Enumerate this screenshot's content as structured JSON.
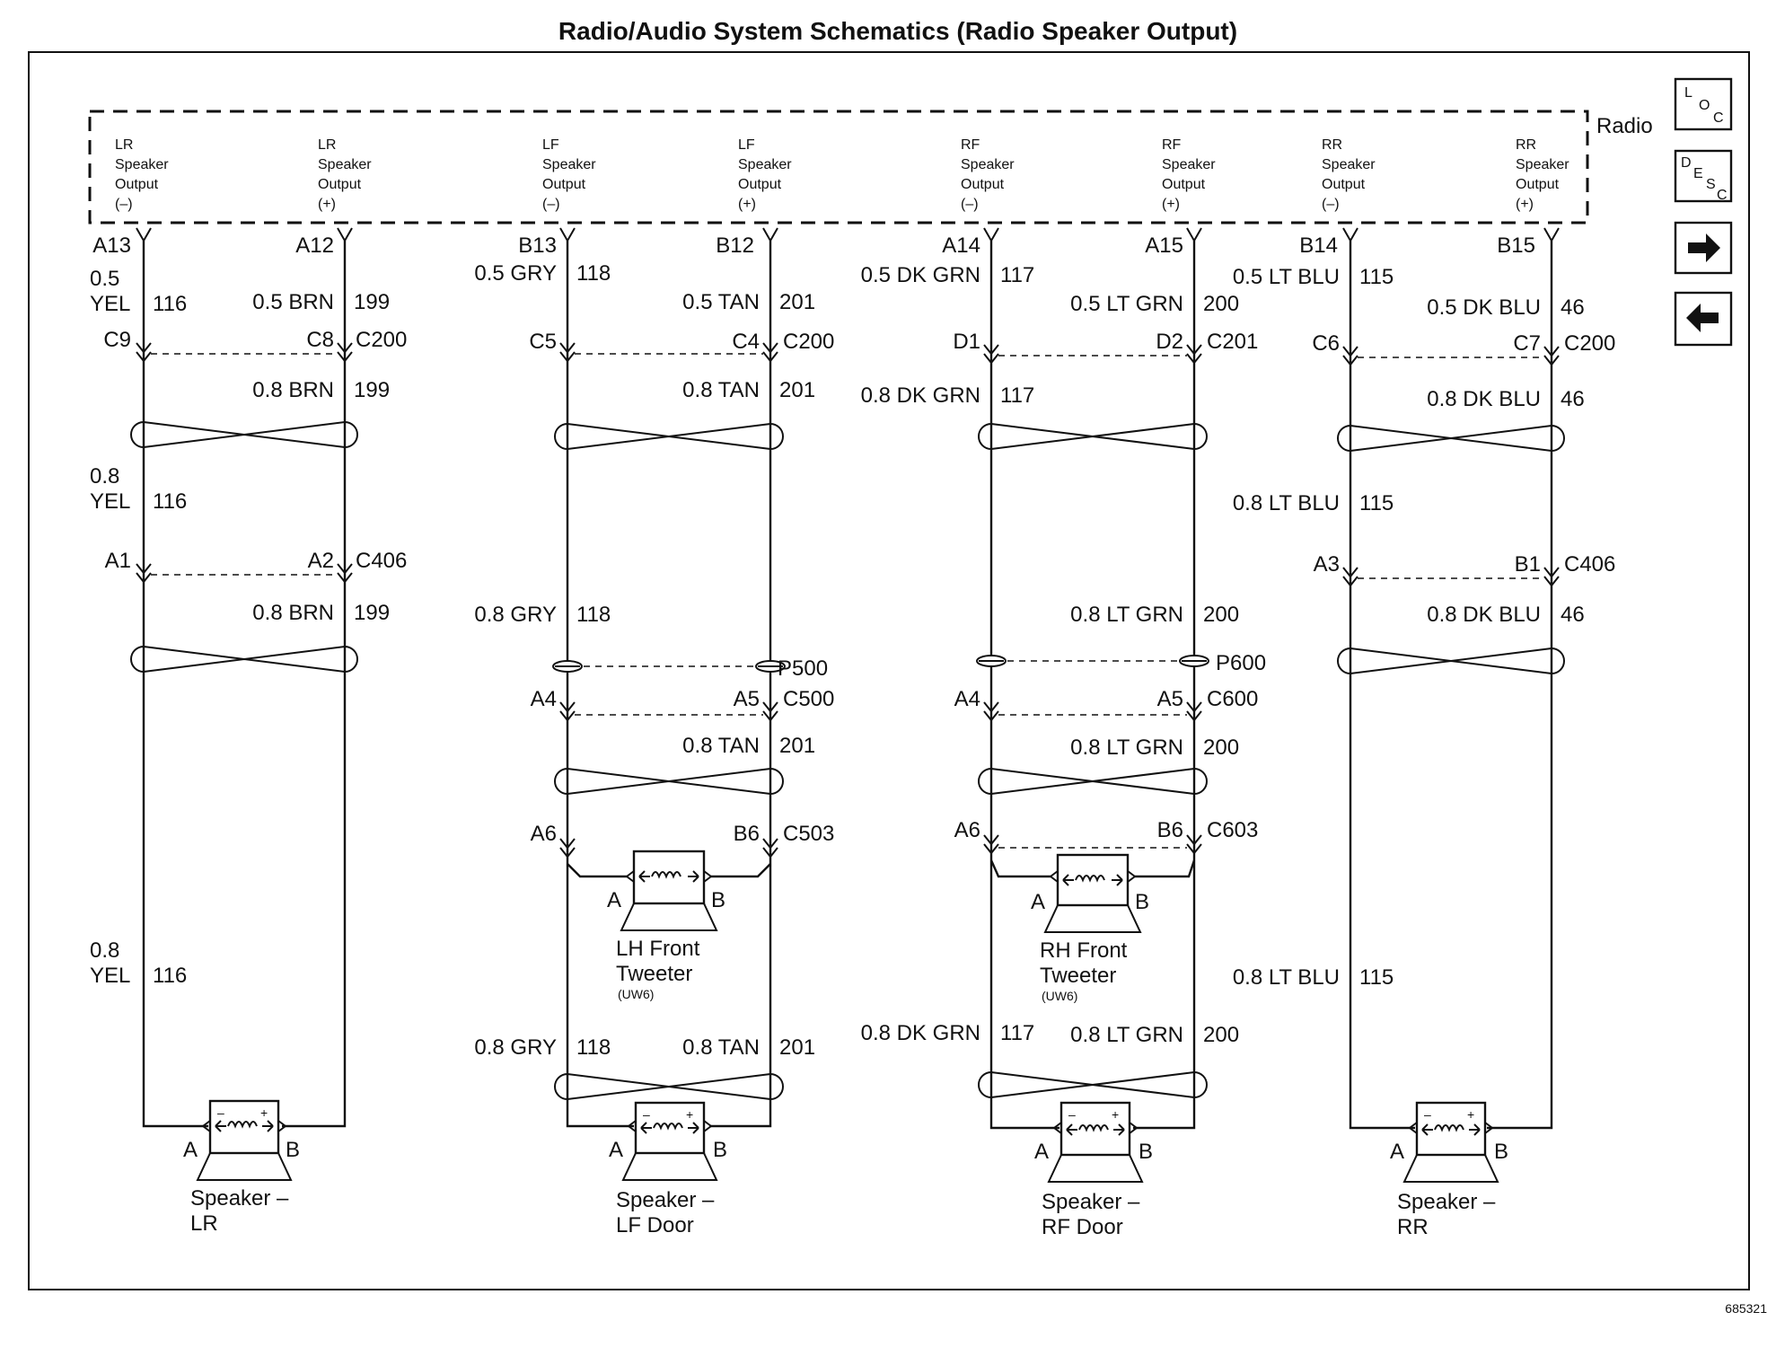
{
  "title": "Radio/Audio System Schematics (Radio Speaker Output)",
  "radio_label": "Radio",
  "figure_number": "685321",
  "nav": {
    "loc": {
      "c1": "L",
      "c2": "O",
      "c3": "C"
    },
    "desc": {
      "c1": "D",
      "c2": "E",
      "c3": "S",
      "c4": "C"
    }
  },
  "radio_outputs": [
    {
      "ch": "LR",
      "w1": "Speaker",
      "w2": "Output",
      "pol": "(–)"
    },
    {
      "ch": "LR",
      "w1": "Speaker",
      "w2": "Output",
      "pol": "(+)"
    },
    {
      "ch": "LF",
      "w1": "Speaker",
      "w2": "Output",
      "pol": "(–)"
    },
    {
      "ch": "LF",
      "w1": "Speaker",
      "w2": "Output",
      "pol": "(+)"
    },
    {
      "ch": "RF",
      "w1": "Speaker",
      "w2": "Output",
      "pol": "(–)"
    },
    {
      "ch": "RF",
      "w1": "Speaker",
      "w2": "Output",
      "pol": "(+)"
    },
    {
      "ch": "RR",
      "w1": "Speaker",
      "w2": "Output",
      "pol": "(–)"
    },
    {
      "ch": "RR",
      "w1": "Speaker",
      "w2": "Output",
      "pol": "(+)"
    }
  ],
  "radio_pins": [
    "A13",
    "A12",
    "B13",
    "B12",
    "A14",
    "A15",
    "B14",
    "B15"
  ],
  "wires": {
    "lr_neg_1a": "0.5",
    "lr_neg_1b": "YEL",
    "lr_neg_1c": "116",
    "lr_pos_1a": "0.5 BRN",
    "lr_pos_1c": "199",
    "lr_pos_2a": "0.8 BRN",
    "lr_pos_2c": "199",
    "lr_neg_2a": "0.8",
    "lr_neg_2b": "YEL",
    "lr_neg_2c": "116",
    "lr_pos_3a": "0.8 BRN",
    "lr_pos_3c": "199",
    "lr_neg_3a": "0.8",
    "lr_neg_3b": "YEL",
    "lr_neg_3c": "116",
    "lf_neg_1a": "0.5 GRY",
    "lf_neg_1c": "118",
    "lf_pos_1a": "0.5 TAN",
    "lf_pos_1c": "201",
    "lf_pos_2a": "0.8 TAN",
    "lf_pos_2c": "201",
    "lf_neg_2a": "0.8 GRY",
    "lf_neg_2c": "118",
    "lf_pos_3a": "0.8 TAN",
    "lf_pos_3c": "201",
    "lf_neg_4a": "0.8 GRY",
    "lf_neg_4c": "118",
    "lf_pos_4a": "0.8 TAN",
    "lf_pos_4c": "201",
    "rf_neg_1a": "0.5 DK GRN",
    "rf_neg_1c": "117",
    "rf_pos_1a": "0.5 LT GRN",
    "rf_pos_1c": "200",
    "rf_neg_2a": "0.8 DK GRN",
    "rf_neg_2c": "117",
    "rf_pos_2a": "0.8 LT GRN",
    "rf_pos_2c": "200",
    "rf_pos_3a": "0.8 LT GRN",
    "rf_pos_3c": "200",
    "rf_neg_4a": "0.8 DK GRN",
    "rf_neg_4c": "117",
    "rf_pos_4a": "0.8 LT GRN",
    "rf_pos_4c": "200",
    "rr_neg_1a": "0.5 LT BLU",
    "rr_neg_1c": "115",
    "rr_pos_1a": "0.5 DK BLU",
    "rr_pos_1c": "46",
    "rr_pos_2a": "0.8 DK BLU",
    "rr_pos_2c": "46",
    "rr_neg_2a": "0.8 LT BLU",
    "rr_neg_2c": "115",
    "rr_pos_3a": "0.8 DK BLU",
    "rr_pos_3c": "46",
    "rr_neg_3a": "0.8 LT BLU",
    "rr_neg_3c": "115"
  },
  "connectors": {
    "c200_lr": {
      "left": "C9",
      "right": "C8",
      "name": "C200"
    },
    "c200_lf": {
      "left": "C5",
      "right": "C4",
      "name": "C200"
    },
    "c201_rf": {
      "left": "D1",
      "right": "D2",
      "name": "C201"
    },
    "c200_rr": {
      "left": "C6",
      "right": "C7",
      "name": "C200"
    },
    "c406_lr": {
      "left": "A1",
      "right": "A2",
      "name": "C406"
    },
    "c406_rr": {
      "left": "A3",
      "right": "B1",
      "name": "C406"
    },
    "p500": {
      "name": "P500"
    },
    "p600": {
      "name": "P600"
    },
    "c500": {
      "left": "A4",
      "right": "A5",
      "name": "C500"
    },
    "c600": {
      "left": "A4",
      "right": "A5",
      "name": "C600"
    },
    "c503": {
      "left": "A6",
      "right": "B6",
      "name": "C503"
    },
    "c603": {
      "left": "A6",
      "right": "B6",
      "name": "C603"
    }
  },
  "tweeters": {
    "lh": {
      "pin_a": "A",
      "pin_b": "B",
      "line1": "LH Front",
      "line2": "Tweeter",
      "option": "(UW6)"
    },
    "rh": {
      "pin_a": "A",
      "pin_b": "B",
      "line1": "RH Front",
      "line2": "Tweeter",
      "option": "(UW6)"
    }
  },
  "speakers": {
    "lr": {
      "pin_a": "A",
      "pin_b": "B",
      "line1": "Speaker –",
      "line2": "LR",
      "neg": "–",
      "pos": "+"
    },
    "lf": {
      "pin_a": "A",
      "pin_b": "B",
      "line1": "Speaker –",
      "line2": "LF Door",
      "neg": "–",
      "pos": "+"
    },
    "rf": {
      "pin_a": "A",
      "pin_b": "B",
      "line1": "Speaker –",
      "line2": "RF Door",
      "neg": "–",
      "pos": "+"
    },
    "rr": {
      "pin_a": "A",
      "pin_b": "B",
      "line1": "Speaker –",
      "line2": "RR",
      "neg": "–",
      "pos": "+"
    }
  }
}
